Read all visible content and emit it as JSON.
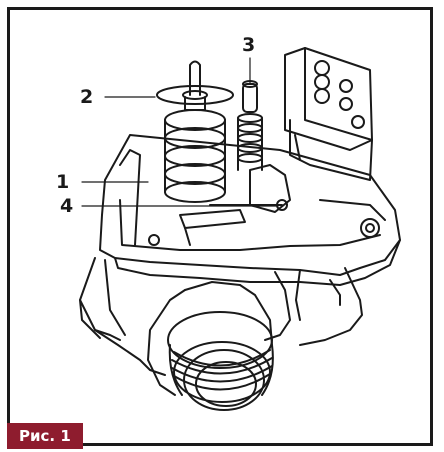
{
  "callouts": [
    {
      "id": "1",
      "label": "1"
    },
    {
      "id": "2",
      "label": "2"
    },
    {
      "id": "3",
      "label": "3"
    },
    {
      "id": "4",
      "label": "4"
    }
  ],
  "figure_label": "Рис. 1",
  "colors": {
    "frame": "#1a1a1a",
    "label_background": "#8e1c2e",
    "label_text": "#ffffff",
    "line_art": "#1a1a1a"
  }
}
